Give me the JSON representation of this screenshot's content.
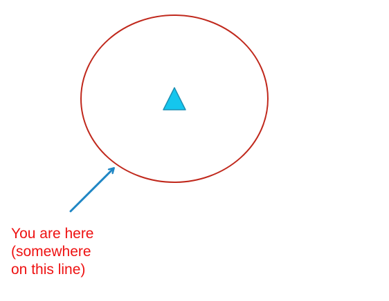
{
  "colors": {
    "circle": "#c0281c",
    "triangle_fill": "#14c6ee",
    "triangle_stroke": "#1d8fb3",
    "arrow": "#1f86c4",
    "caption": "#ee1111"
  },
  "icons": {
    "marker": "triangle-icon",
    "pointer": "arrow-icon"
  },
  "caption": {
    "lines": [
      "You are here",
      "(somewhere",
      "on this line)"
    ]
  }
}
